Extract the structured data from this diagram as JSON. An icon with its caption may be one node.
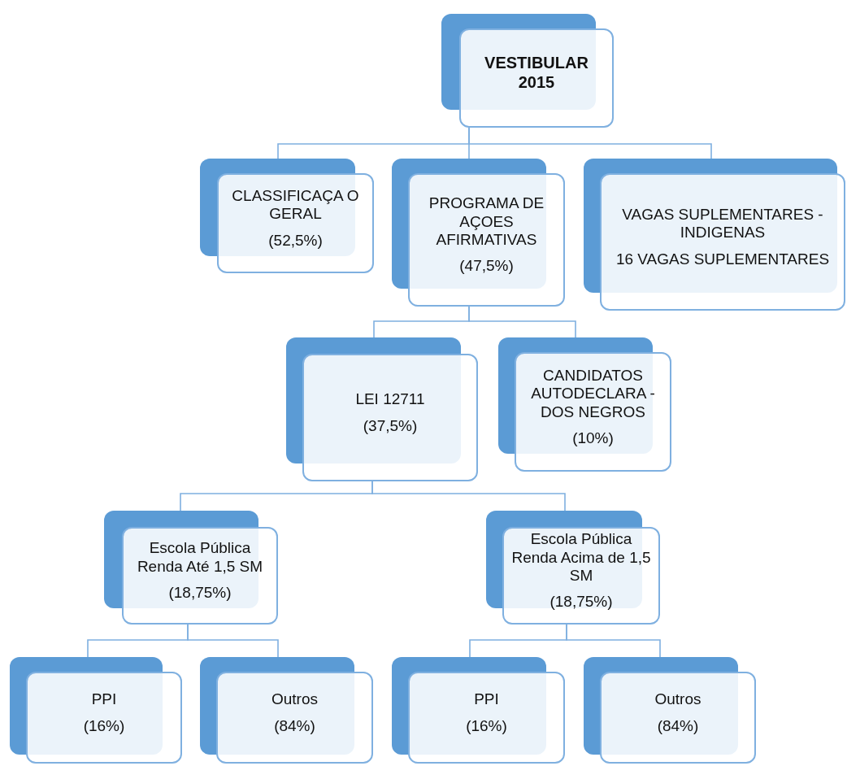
{
  "diagram": {
    "nodes": [
      {
        "text": [
          "VESTIBULAR 2015"
        ]
      },
      {
        "text": [
          "CLASSIFICAÇA O GERAL",
          "(52,5%)"
        ]
      },
      {
        "text": [
          "PROGRAMA DE AÇOES AFIRMATIVAS",
          "(47,5%)"
        ]
      },
      {
        "text": [
          "VAGAS SUPLEMENTARES - INDIGENAS",
          "16 VAGAS SUPLEMENTARES"
        ]
      },
      {
        "text": [
          "LEI 12711",
          "(37,5%)"
        ]
      },
      {
        "text": [
          "CANDIDATOS AUTODECLARA -DOS NEGROS",
          "(10%)"
        ]
      },
      {
        "text": [
          "Escola Pública Renda Até 1,5 SM",
          "(18,75%)"
        ]
      },
      {
        "text": [
          "Escola Pública Renda Acima de 1,5 SM",
          "(18,75%)"
        ]
      },
      {
        "text": [
          "PPI",
          "(16%)"
        ]
      },
      {
        "text": [
          "Outros",
          "(84%)"
        ]
      },
      {
        "text": [
          "PPI",
          "(16%)"
        ]
      },
      {
        "text": [
          "Outros",
          "(84%)"
        ]
      }
    ],
    "edges": [
      {
        "from": 0,
        "to": 1,
        "arrow": "none"
      },
      {
        "from": 0,
        "to": 2,
        "arrow": "none"
      },
      {
        "from": 0,
        "to": 3,
        "arrow": "none"
      },
      {
        "from": 2,
        "to": 4,
        "arrow": "none"
      },
      {
        "from": 2,
        "to": 5,
        "arrow": "none"
      },
      {
        "from": 4,
        "to": 6,
        "arrow": "none"
      },
      {
        "from": 4,
        "to": 7,
        "arrow": "none"
      },
      {
        "from": 6,
        "to": 8,
        "arrow": "none"
      },
      {
        "from": 6,
        "to": 9,
        "arrow": "none"
      },
      {
        "from": 7,
        "to": 10,
        "arrow": "none"
      },
      {
        "from": 7,
        "to": 11,
        "arrow": "none"
      }
    ]
  }
}
